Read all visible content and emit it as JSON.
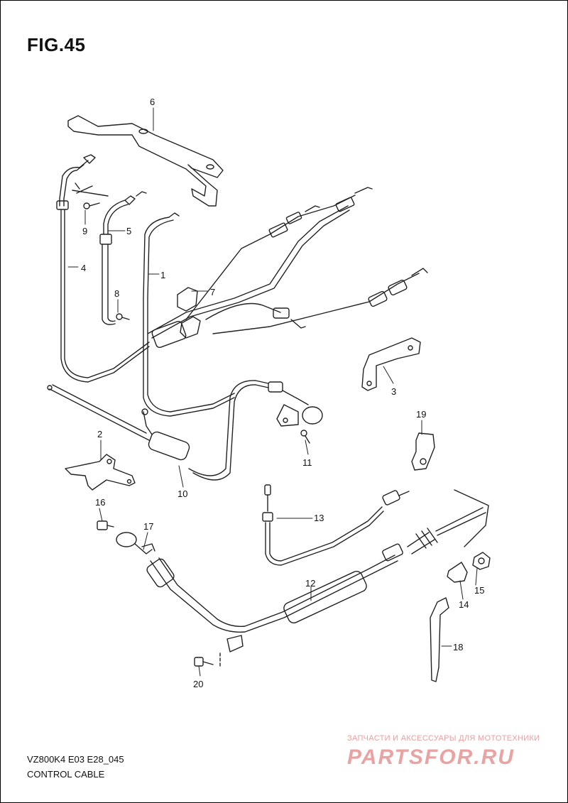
{
  "figure": {
    "title": "FIG.45",
    "model_code": "VZ800K4 E03 E28_045",
    "caption": "CONTROL CABLE"
  },
  "callouts": [
    "1",
    "2",
    "3",
    "4",
    "5",
    "6",
    "7",
    "8",
    "9",
    "10",
    "11",
    "12",
    "13",
    "14",
    "15",
    "16",
    "17",
    "18",
    "19",
    "20"
  ],
  "watermark": {
    "tagline": "ЗАПЧАСТИ И АКСЕССУАРЫ ДЛЯ МОТОТЕХНИКИ",
    "logo": "PARTSFOR.RU"
  },
  "colors": {
    "line": "#222222",
    "watermark": "#e9a3a3"
  }
}
